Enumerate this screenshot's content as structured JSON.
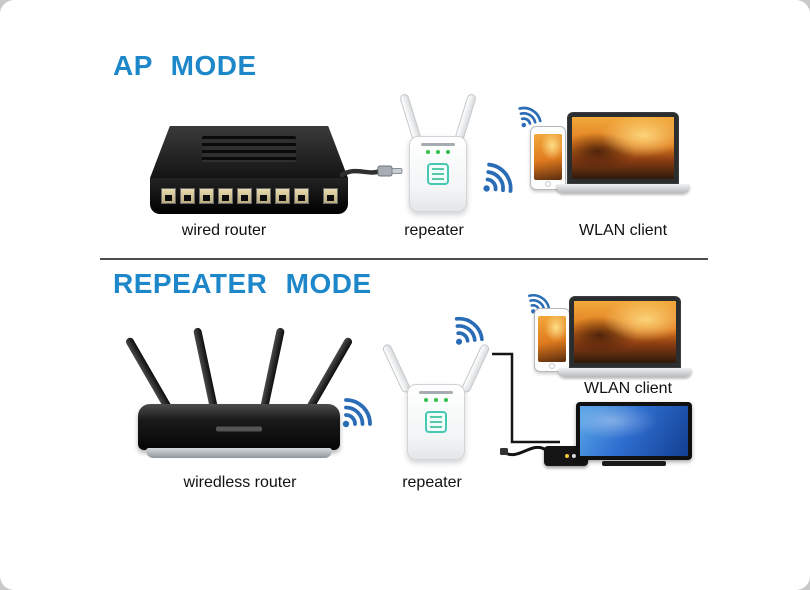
{
  "colors": {
    "title_blue": "#1d87c9",
    "wifi_blue": "#2a6cb5",
    "divider_gray": "#4d4d4d",
    "repeater_accent_teal": "#46c8b2",
    "led_green": "#35c04e",
    "tv_screen_blue": "#2f6fd0"
  },
  "ap_mode": {
    "title": "AP MODE",
    "router_label": "wired router",
    "repeater_label": "repeater",
    "client_label": "WLAN client"
  },
  "repeater_mode": {
    "title": "REPEATER MODE",
    "router_label": "wiredless router",
    "repeater_label": "repeater",
    "client_label": "WLAN client"
  },
  "icons": {
    "wifi_signal": "three blue arcs with dot",
    "ap_devices": [
      "wired-router",
      "ethernet-cable",
      "repeater",
      "smartphone",
      "laptop"
    ],
    "repeater_devices": [
      "wireless-router",
      "repeater",
      "smartphone",
      "laptop",
      "tv",
      "media-box"
    ]
  }
}
